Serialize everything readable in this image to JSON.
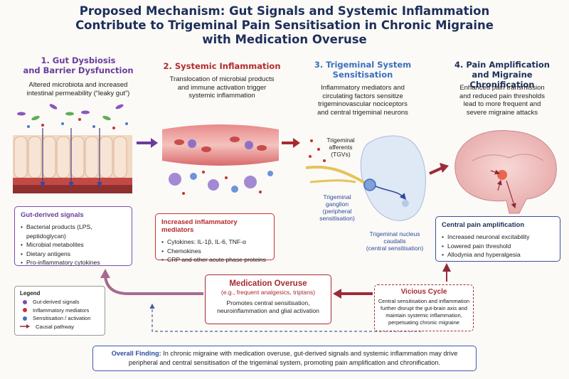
{
  "title": {
    "line1": "Proposed Mechanism: Gut Signals and Systemic Inflammation",
    "line2": "Contribute to Trigeminal Pain Sensitisation in Chronic Migraine",
    "line3": "with Medication Overuse"
  },
  "stages": [
    {
      "heading1": "1. Gut Dysbiosis",
      "heading2": "and Barrier Dysfunction",
      "desc1": "Altered microbiota and increased",
      "desc2": "intestinal permeability (“leaky gut”)",
      "color": "#6a3c9c"
    },
    {
      "heading1": "2. Systemic Inflammation",
      "heading2": "",
      "desc1": "Translocation of microbial products",
      "desc2": "and immune activation trigger",
      "desc3": "systemic inflammation",
      "color": "#b42b2b"
    },
    {
      "heading1": "3. Trigeminal System",
      "heading2": "Sensitisation",
      "desc1": "Inflammatory mediators and",
      "desc2": "circulating factors sensitize",
      "desc3": "trigeminovascular nociceptors",
      "desc4": "and central trigeminal neurons",
      "color": "#3a6fc0"
    },
    {
      "heading1": "4. Pain Amplification",
      "heading2": "and Migraine Chronification",
      "desc1": "Enhanced pain transmission",
      "desc2": "and reduced pain thresholds",
      "desc3": "lead to more frequent and",
      "desc4": "severe migraine attacks",
      "color": "#1d2f5a"
    }
  ],
  "boxes": {
    "gut": {
      "title": "Gut-derived signals",
      "items": [
        "Bacterial products (LPS, peptidoglycan)",
        "Microbial metabolites",
        "Dietary antigens",
        "Pro-inflammatory cytokines"
      ]
    },
    "inflam": {
      "title": "Increased inflammatory mediators",
      "items": [
        "Cytokines: IL-1β, IL-6, TNF-α",
        "Chemokines",
        "CRP and other acute phase proteins"
      ]
    },
    "central": {
      "title": "Central pain amplification",
      "items": [
        "Increased neuronal excitability",
        "Lowered pain threshold",
        "Allodynia and hyperalgesia"
      ]
    }
  },
  "trigeminal_labels": {
    "afferents1": "Trigeminal",
    "afferents2": "afferents",
    "afferents3": "(TGVs)",
    "ganglion1": "Trigeminal",
    "ganglion2": "ganglion",
    "ganglion3": "(peripheral",
    "ganglion4": "sensitisation)",
    "nucleus1": "Trigeminal nucleus",
    "nucleus2": "caudalis",
    "nucleus3": "(central sensitisation)"
  },
  "medication": {
    "title": "Medication Overuse",
    "subtitle": "(e.g., frequent analgesics, triptans)",
    "line1": "Promotes central sensitisation,",
    "line2": "neuroinflammation and glial activation"
  },
  "vicious": {
    "title": "Vicious Cycle",
    "line1": "Central sensitisation and inflammation",
    "line2": "further disrupt the gut-brain axis and",
    "line3": "maintain systemic inflammation,",
    "line4": "perpetuating chronic migraine"
  },
  "legend": {
    "title": "Legend",
    "items": [
      {
        "label": "Gut-derived signals",
        "color": "#7a4bb0"
      },
      {
        "label": "Inflammatory mediators",
        "color": "#c8322c"
      },
      {
        "label": "Sensitisation / activation",
        "color": "#3f6fc0"
      },
      {
        "label": "Causal pathway",
        "color": "#9b2b3a"
      }
    ]
  },
  "finding": {
    "label": "Overall Finding:",
    "text": " In chronic migraine with medication overuse, gut-derived signals and systemic inflammation may drive peripheral and central sensitisation of the trigeminal system, promoting pain amplification and chronification."
  }
}
